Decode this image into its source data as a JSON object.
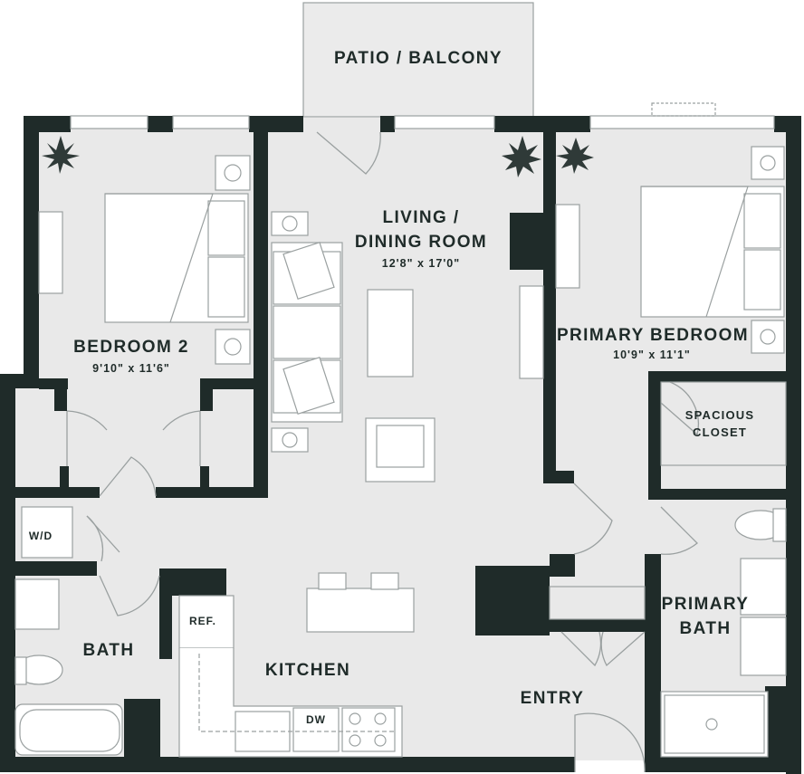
{
  "floorplan": {
    "colors": {
      "wall": "#1f2b29",
      "floor": "#e9e9e9",
      "outside": "#ffffff",
      "line": "#9aa0a0"
    },
    "rooms": {
      "patio": {
        "name": "PATIO / BALCONY"
      },
      "living": {
        "name_line1": "LIVING /",
        "name_line2": "DINING ROOM",
        "dimensions": "12'8\" x 17'0\""
      },
      "bedroom2": {
        "name": "BEDROOM 2",
        "dimensions": "9'10\" x 11'6\""
      },
      "primary_bedroom": {
        "name": "PRIMARY BEDROOM",
        "dimensions": "10'9\" x 11'1\""
      },
      "closet": {
        "name_line1": "SPACIOUS",
        "name_line2": "CLOSET"
      },
      "wd": {
        "name": "W/D"
      },
      "bath": {
        "name": "BATH"
      },
      "kitchen": {
        "name": "KITCHEN"
      },
      "ref": {
        "name": "REF."
      },
      "dw": {
        "name": "DW"
      },
      "primary_bath": {
        "name_line1": "PRIMARY",
        "name_line2": "BATH"
      },
      "entry": {
        "name": "ENTRY"
      }
    }
  }
}
